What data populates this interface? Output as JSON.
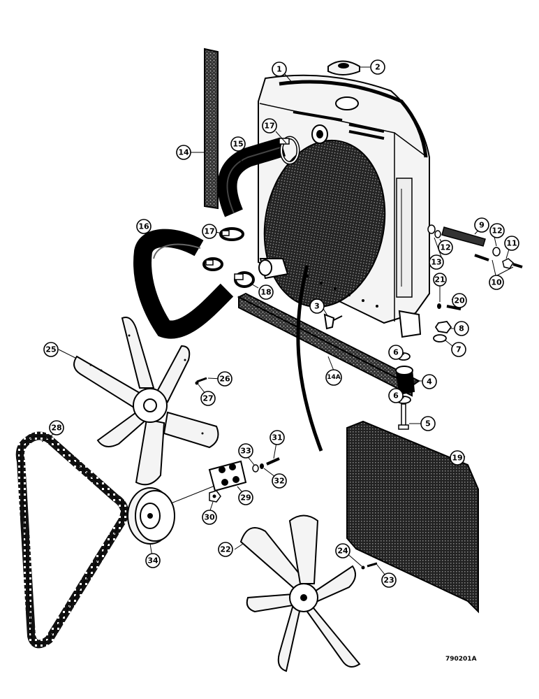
{
  "figure_code": "790201A",
  "parts": [
    {
      "id": "p1",
      "label": "1"
    },
    {
      "id": "p2",
      "label": "2"
    },
    {
      "id": "p3",
      "label": "3"
    },
    {
      "id": "p4",
      "label": "4"
    },
    {
      "id": "p5",
      "label": "5"
    },
    {
      "id": "p6a",
      "label": "6"
    },
    {
      "id": "p6b",
      "label": "6"
    },
    {
      "id": "p7",
      "label": "7"
    },
    {
      "id": "p8",
      "label": "8"
    },
    {
      "id": "p9",
      "label": "9"
    },
    {
      "id": "p10",
      "label": "10"
    },
    {
      "id": "p11",
      "label": "11"
    },
    {
      "id": "p12a",
      "label": "12"
    },
    {
      "id": "p12b",
      "label": "12"
    },
    {
      "id": "p13",
      "label": "13"
    },
    {
      "id": "p14",
      "label": "14"
    },
    {
      "id": "p14a",
      "label": "14A"
    },
    {
      "id": "p15",
      "label": "15"
    },
    {
      "id": "p16",
      "label": "16"
    },
    {
      "id": "p17a",
      "label": "17"
    },
    {
      "id": "p17b",
      "label": "17"
    },
    {
      "id": "p18",
      "label": "18"
    },
    {
      "id": "p19",
      "label": "19"
    },
    {
      "id": "p20",
      "label": "20"
    },
    {
      "id": "p21",
      "label": "21"
    },
    {
      "id": "p22",
      "label": "22"
    },
    {
      "id": "p23",
      "label": "23"
    },
    {
      "id": "p24",
      "label": "24"
    },
    {
      "id": "p25",
      "label": "25"
    },
    {
      "id": "p26",
      "label": "26"
    },
    {
      "id": "p27",
      "label": "27"
    },
    {
      "id": "p28",
      "label": "28"
    },
    {
      "id": "p29",
      "label": "29"
    },
    {
      "id": "p30",
      "label": "30"
    },
    {
      "id": "p31",
      "label": "31"
    },
    {
      "id": "p32",
      "label": "32"
    },
    {
      "id": "p33",
      "label": "33"
    },
    {
      "id": "p34",
      "label": "34"
    }
  ]
}
